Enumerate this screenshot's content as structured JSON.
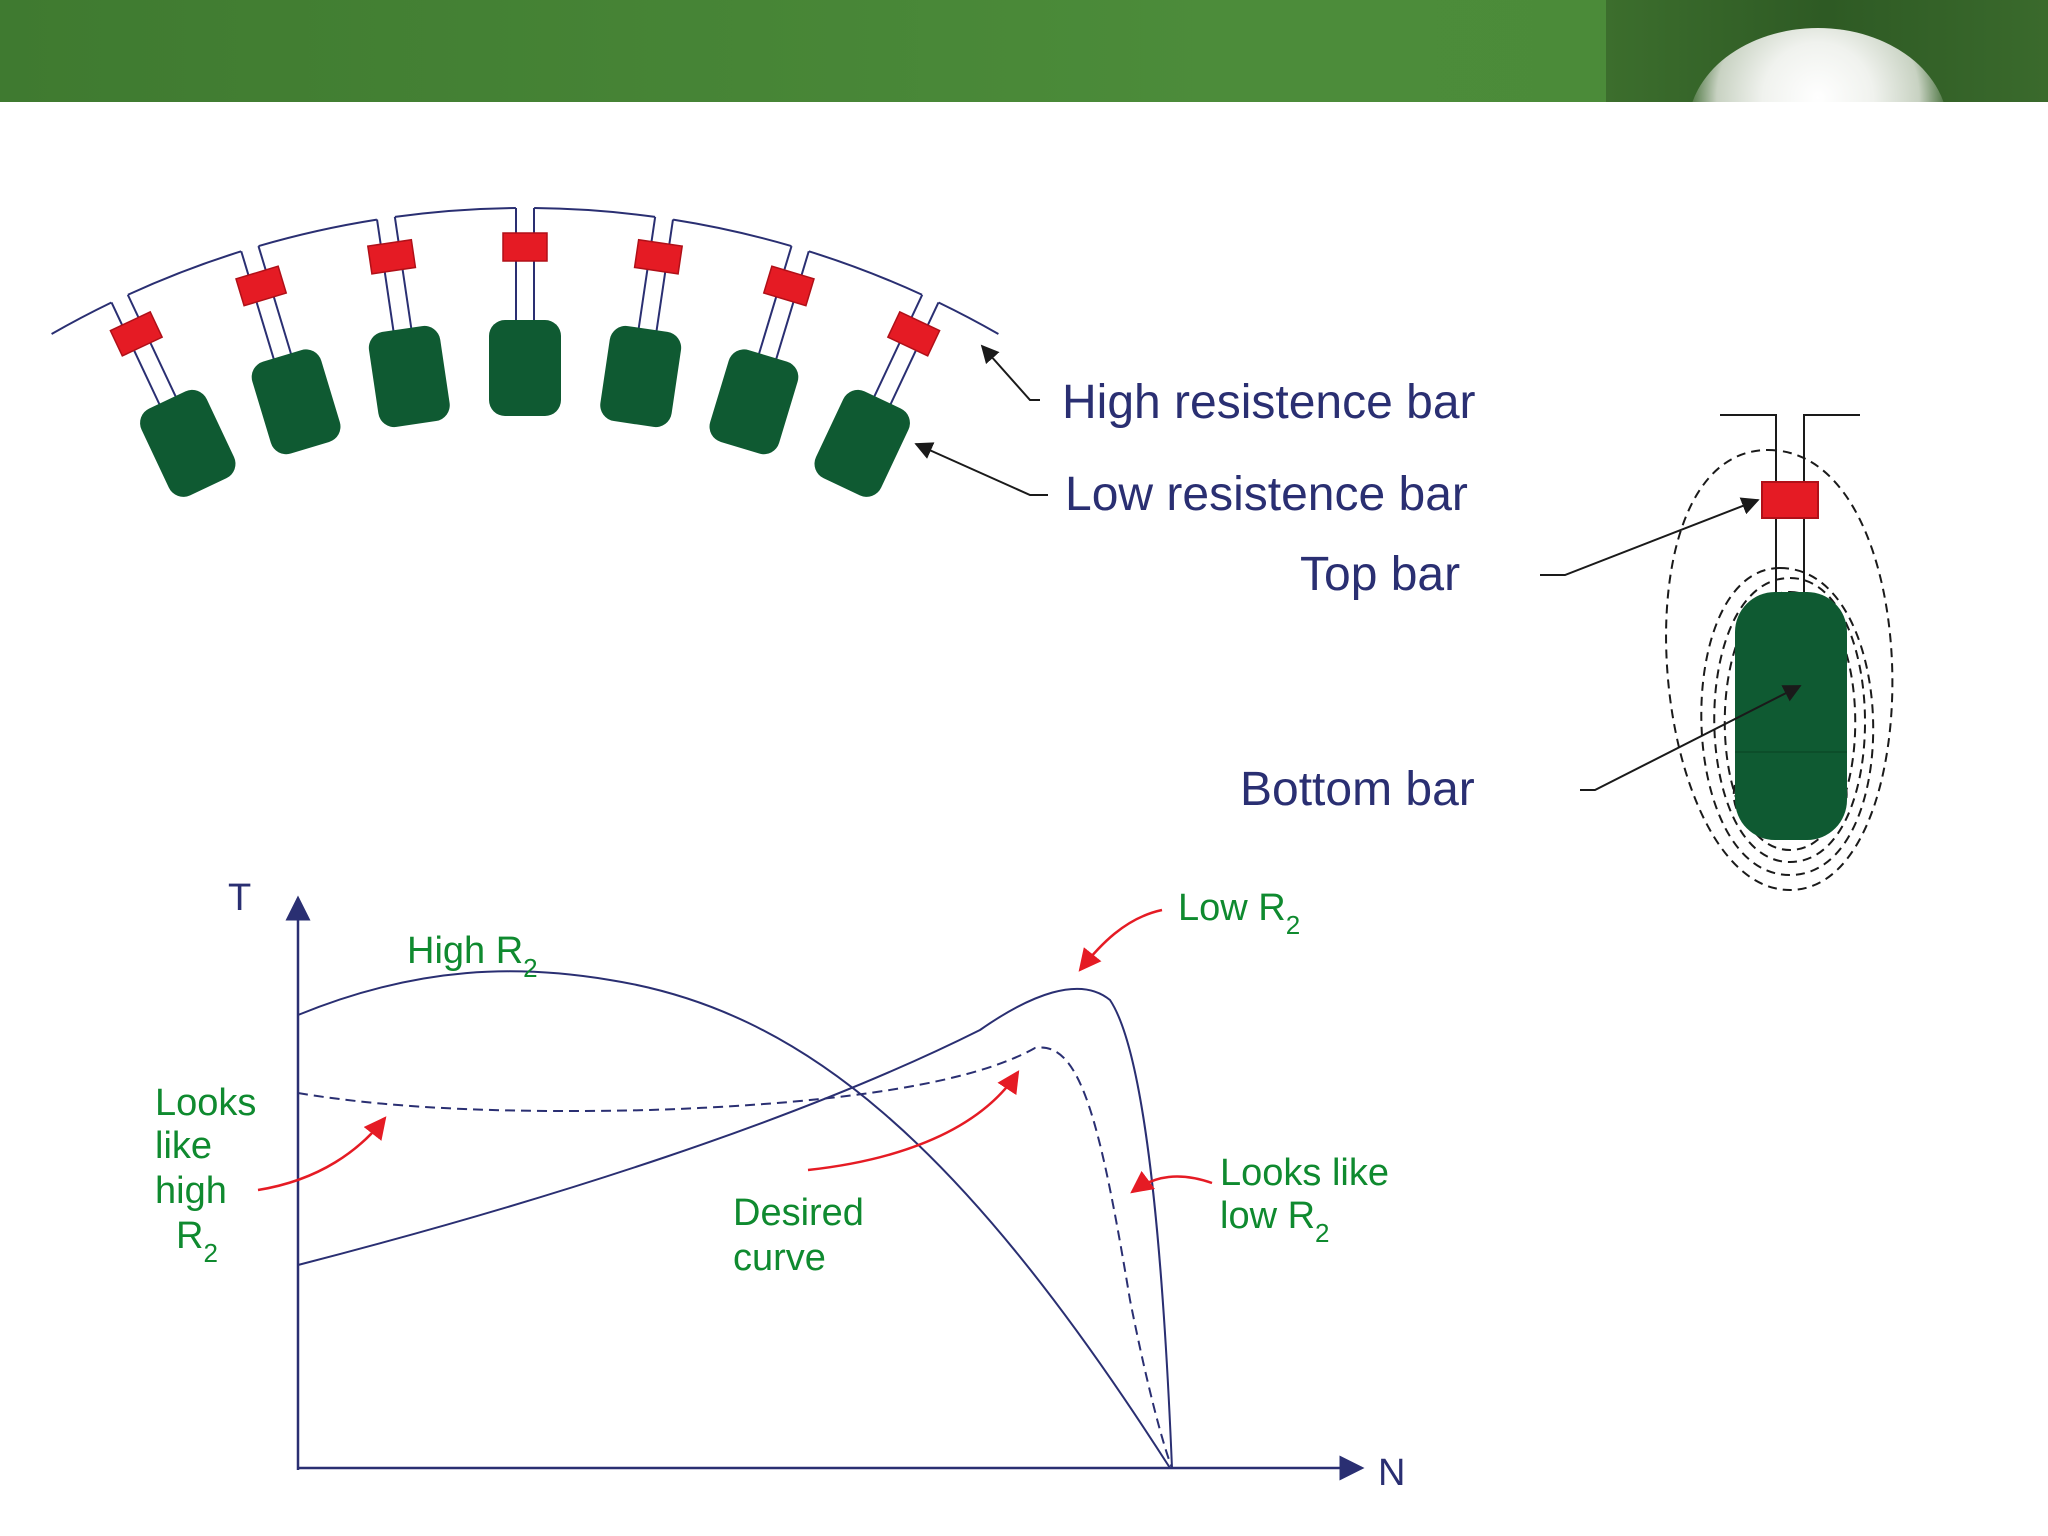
{
  "header": {
    "accent_color": "#4a8a38",
    "photo": "dandelion-photo"
  },
  "rotor": {
    "bar_count": 7,
    "top_bar_color": "#e51b24",
    "bottom_bar_color": "#0f5a32",
    "outline_color": "#2a2f72",
    "labels": {
      "high_resistance": "High resistence bar",
      "low_resistance": "Low resistence bar"
    }
  },
  "slot_detail": {
    "labels": {
      "top_bar": "Top bar",
      "bottom_bar": "Bottom bar"
    }
  },
  "graph": {
    "y_axis_label": "T",
    "x_axis_label": "N",
    "line_color": "#2a2f72",
    "annotation_color": "#0f8a2f",
    "arrow_color": "#e51b24",
    "labels": {
      "high_r2": {
        "main": "High  R",
        "sub": "2"
      },
      "low_r2": {
        "main": "Low R",
        "sub": "2"
      },
      "looks_high": {
        "l1": "Looks",
        "l2": "like",
        "l3": "high",
        "l4": "R",
        "sub": "2"
      },
      "desired": {
        "l1": "Desired",
        "l2": "curve"
      },
      "looks_low": {
        "l1": "Looks like",
        "l2": "low R",
        "sub": "2"
      }
    }
  }
}
